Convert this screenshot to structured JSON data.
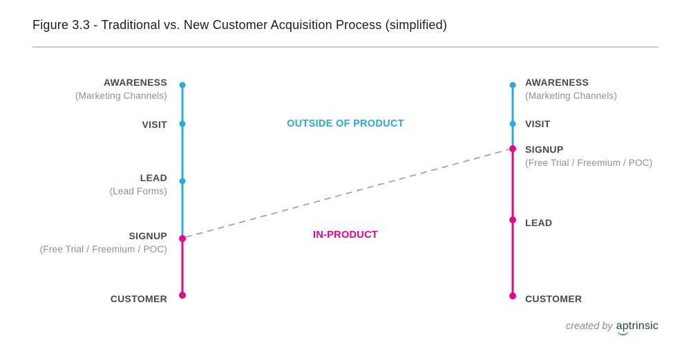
{
  "title": "Figure 3.3 - Traditional vs. New Customer Acquisition Process (simplified)",
  "colors": {
    "outside_of_product": "#29abe2",
    "in_product": "#ec008c",
    "connector": "#999999",
    "brand_underline": "#2bb24c"
  },
  "zones": {
    "outside_label": "OUTSIDE OF PRODUCT",
    "inside_label": "IN-PRODUCT"
  },
  "left_timeline": {
    "name": "traditional-process",
    "steps": [
      {
        "label": "AWARENESS",
        "sublabel": "(Marketing Channels)"
      },
      {
        "label": "VISIT",
        "sublabel": ""
      },
      {
        "label": "LEAD",
        "sublabel": "(Lead Forms)"
      },
      {
        "label": "SIGNUP",
        "sublabel": "(Free Trial / Freemium / POC)"
      },
      {
        "label": "CUSTOMER",
        "sublabel": ""
      }
    ]
  },
  "right_timeline": {
    "name": "new-process",
    "steps": [
      {
        "label": "AWARENESS",
        "sublabel": "(Marketing Channels)"
      },
      {
        "label": "VISIT",
        "sublabel": ""
      },
      {
        "label": "SIGNUP",
        "sublabel": "(Free Trial / Freemium / POC)"
      },
      {
        "label": "LEAD",
        "sublabel": ""
      },
      {
        "label": "CUSTOMER",
        "sublabel": ""
      }
    ]
  },
  "footer": {
    "credit_prefix": "created by",
    "brand": "aptrinsic"
  }
}
